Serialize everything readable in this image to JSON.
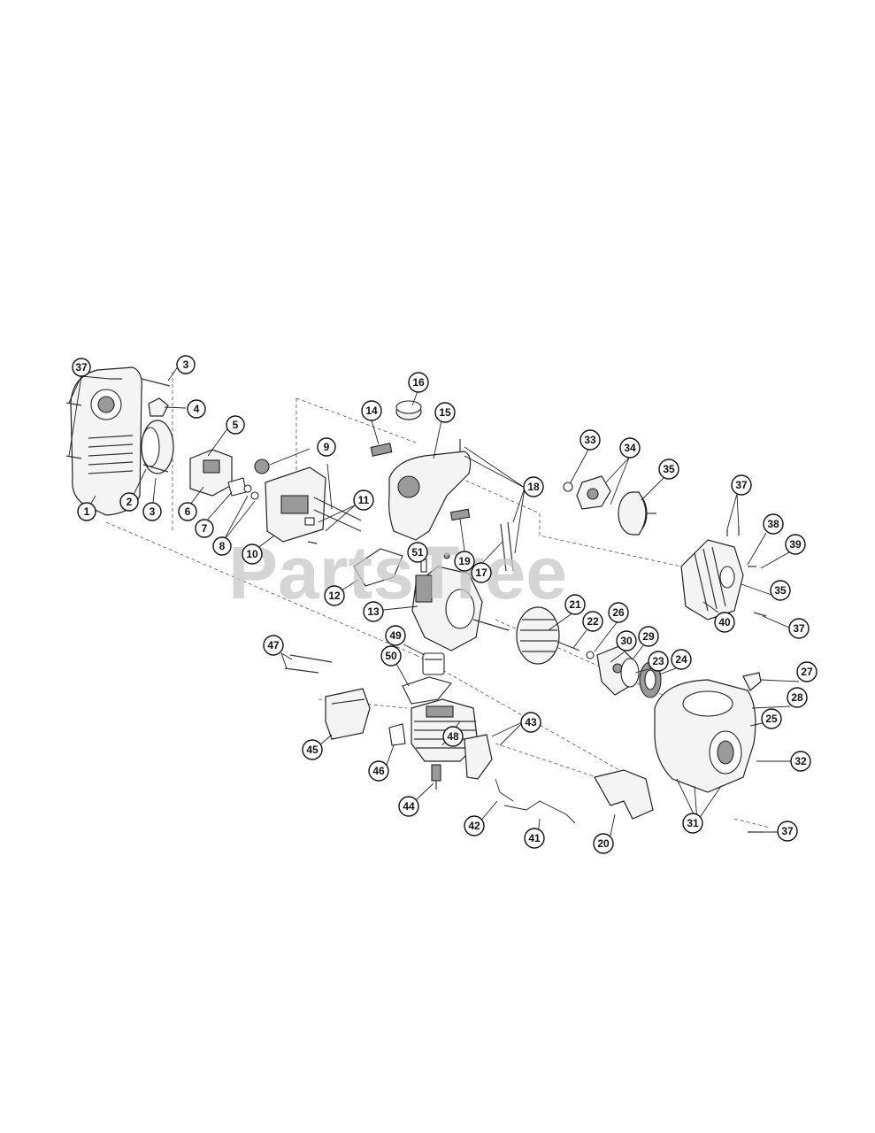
{
  "watermark": "PartsTree",
  "callouts": [
    {
      "id": "c37a",
      "label": "37"
    },
    {
      "id": "c3a",
      "label": "3"
    },
    {
      "id": "c4",
      "label": "4"
    },
    {
      "id": "c1",
      "label": "1"
    },
    {
      "id": "c2",
      "label": "2"
    },
    {
      "id": "c3b",
      "label": "3"
    },
    {
      "id": "c5",
      "label": "5"
    },
    {
      "id": "c6",
      "label": "6"
    },
    {
      "id": "c7",
      "label": "7"
    },
    {
      "id": "c8",
      "label": "8"
    },
    {
      "id": "c9",
      "label": "9"
    },
    {
      "id": "c10",
      "label": "10"
    },
    {
      "id": "c11",
      "label": "11"
    },
    {
      "id": "c12",
      "label": "12"
    },
    {
      "id": "c13",
      "label": "13"
    },
    {
      "id": "c14",
      "label": "14"
    },
    {
      "id": "c15",
      "label": "15"
    },
    {
      "id": "c16",
      "label": "16"
    },
    {
      "id": "c17",
      "label": "17"
    },
    {
      "id": "c18",
      "label": "18"
    },
    {
      "id": "c19",
      "label": "19"
    },
    {
      "id": "c51",
      "label": "51"
    },
    {
      "id": "c33",
      "label": "33"
    },
    {
      "id": "c34",
      "label": "34"
    },
    {
      "id": "c35a",
      "label": "35"
    },
    {
      "id": "c37b",
      "label": "37"
    },
    {
      "id": "c38",
      "label": "38"
    },
    {
      "id": "c39",
      "label": "39"
    },
    {
      "id": "c35b",
      "label": "35"
    },
    {
      "id": "c40",
      "label": "40"
    },
    {
      "id": "c37c",
      "label": "37"
    },
    {
      "id": "c21",
      "label": "21"
    },
    {
      "id": "c22",
      "label": "22"
    },
    {
      "id": "c26",
      "label": "26"
    },
    {
      "id": "c30",
      "label": "30"
    },
    {
      "id": "c29",
      "label": "29"
    },
    {
      "id": "c23",
      "label": "23"
    },
    {
      "id": "c24",
      "label": "24"
    },
    {
      "id": "c27",
      "label": "27"
    },
    {
      "id": "c28",
      "label": "28"
    },
    {
      "id": "c25",
      "label": "25"
    },
    {
      "id": "c32",
      "label": "32"
    },
    {
      "id": "c31",
      "label": "31"
    },
    {
      "id": "c37d",
      "label": "37"
    },
    {
      "id": "c47",
      "label": "47"
    },
    {
      "id": "c49",
      "label": "49"
    },
    {
      "id": "c50",
      "label": "50"
    },
    {
      "id": "c48",
      "label": "48"
    },
    {
      "id": "c45",
      "label": "45"
    },
    {
      "id": "c46",
      "label": "46"
    },
    {
      "id": "c43",
      "label": "43"
    },
    {
      "id": "c44",
      "label": "44"
    },
    {
      "id": "c42",
      "label": "42"
    },
    {
      "id": "c41",
      "label": "41"
    },
    {
      "id": "c20",
      "label": "20"
    }
  ]
}
